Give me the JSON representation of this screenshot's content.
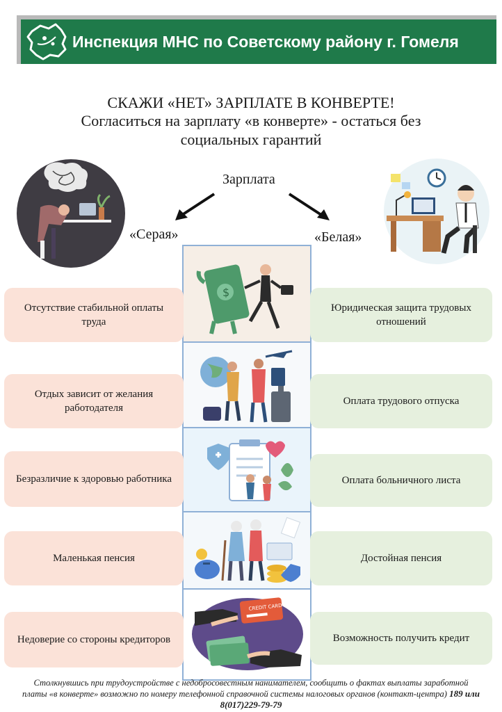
{
  "header": {
    "title": "Инспекция МНС по Советскому району г. Гомеля",
    "brand_color": "#1f7a4a"
  },
  "headline": "СКАЖИ «НЕТ» ЗАРПЛАТЕ В КОНВЕРТЕ!",
  "subheadline_line1": "Согласиться на зарплату «в конверте» - остаться без",
  "subheadline_line2": "социальных гарантий",
  "salary_label": "Зарплата",
  "grey_label": "«Серая»",
  "white_label": "«Белая»",
  "rows": [
    {
      "grey": "Отсутствие стабильной оплаты труда",
      "white": "Юридическая защита трудовых отношений",
      "icon": "money-thief-icon"
    },
    {
      "grey": "Отдых зависит от желания работодателя",
      "white": "Оплата трудового отпуска",
      "icon": "travel-icon"
    },
    {
      "grey": "Безразличие к здоровью работника",
      "white": "Оплата больничного листа",
      "icon": "health-insurance-icon"
    },
    {
      "grey": "Маленькая пенсия",
      "white": "Достойная пенсия",
      "icon": "pension-icon"
    },
    {
      "grey": "Недоверие со стороны кредиторов",
      "white": "Возможность получить кредит",
      "icon": "credit-card-icon"
    }
  ],
  "footer": {
    "text": "Столкнувшись при трудоустройстве с недобросовестным нанимателем, сообщить о фактах выплаты заработной платы «в конверте» возможно по номеру телефонной справочной системы налоговых органов (контакт-центра)",
    "phone": "189 или 8(017)229-79-79"
  },
  "colors": {
    "grey_box": "#fbe2d8",
    "white_box": "#e6f0de",
    "column_border": "#8fb0d6"
  }
}
